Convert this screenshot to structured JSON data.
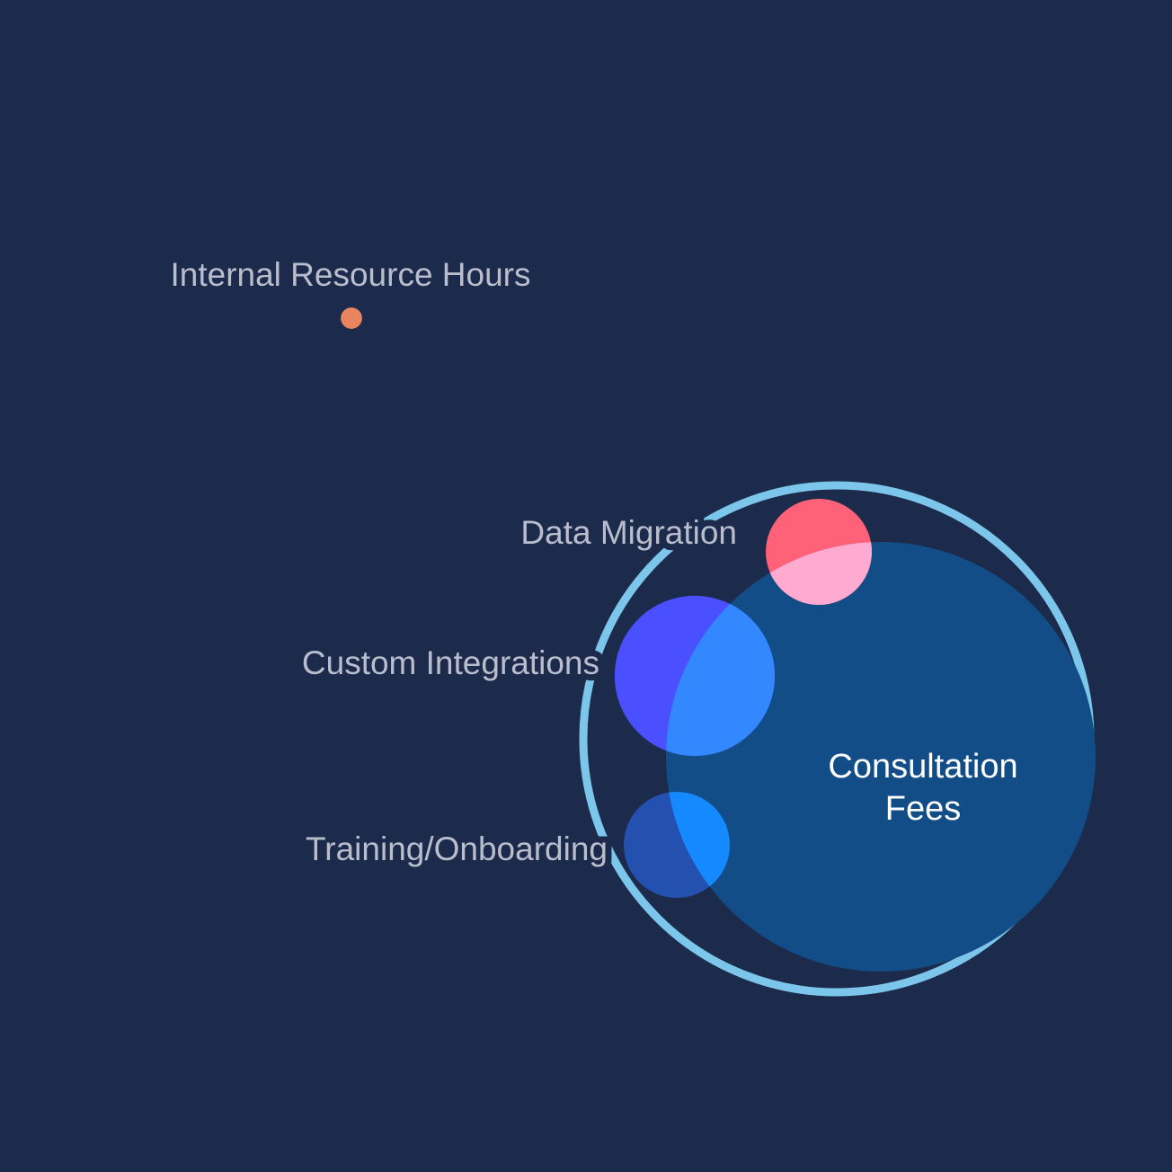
{
  "chart_data": {
    "type": "bubble",
    "title": "",
    "colors": {
      "background": "#1c2b4b",
      "ring": "#7cc6ec",
      "label": "#b9bdcc",
      "inner_label": "#ffffff"
    },
    "group": {
      "name": "",
      "ring_color": "#7cc6ec"
    },
    "series": [
      {
        "name": "Consultation Fees",
        "label_lines": [
          "Consultation",
          "Fees"
        ],
        "value": 100,
        "color": "#134d87",
        "overlap_color": "#134d87",
        "in_group": true
      },
      {
        "name": "Custom Integrations",
        "value": 13.9,
        "color": "#4a50ff",
        "overlap_color": "#3388ff",
        "in_group": true
      },
      {
        "name": "Data Migration",
        "value": 6.1,
        "color": "#ff6178",
        "overlap_color": "#ffaad0",
        "in_group": true
      },
      {
        "name": "Training/Onboarding",
        "value": 6.1,
        "color": "#2450b0",
        "overlap_color": "#1589ff",
        "in_group": true
      },
      {
        "name": "Internal Resource Hours",
        "value": 0.25,
        "color": "#e8845e",
        "overlap_color": "#e8845e",
        "in_group": false
      }
    ]
  }
}
